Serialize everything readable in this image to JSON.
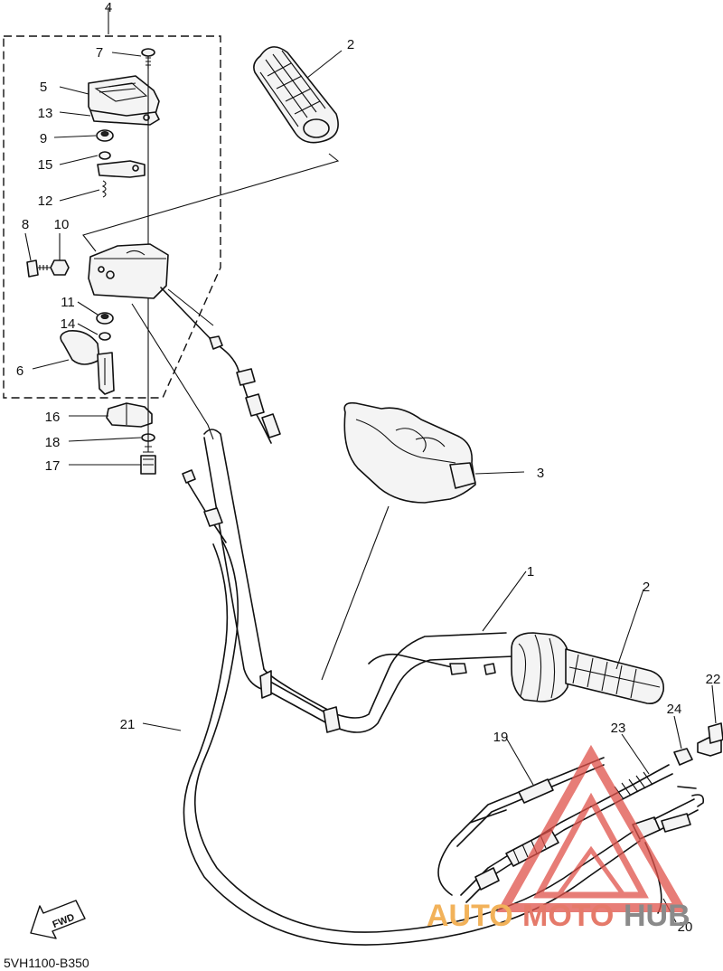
{
  "diagram": {
    "callouts": [
      "1",
      "2",
      "2",
      "3",
      "4",
      "5",
      "6",
      "7",
      "8",
      "9",
      "10",
      "11",
      "12",
      "13",
      "14",
      "15",
      "16",
      "17",
      "18",
      "19",
      "20",
      "21",
      "22",
      "23",
      "24"
    ],
    "drawing_code": "5VH1100-B350",
    "fwd_label": "FWD"
  },
  "watermark": {
    "part1": "AUTO",
    "part2": "MOTO",
    "part3": "HUB",
    "colors": {
      "part1": "#f2b25a",
      "part2": "#e57a6a",
      "part3": "#8a8a8a",
      "triangle": "#e0524a"
    }
  }
}
